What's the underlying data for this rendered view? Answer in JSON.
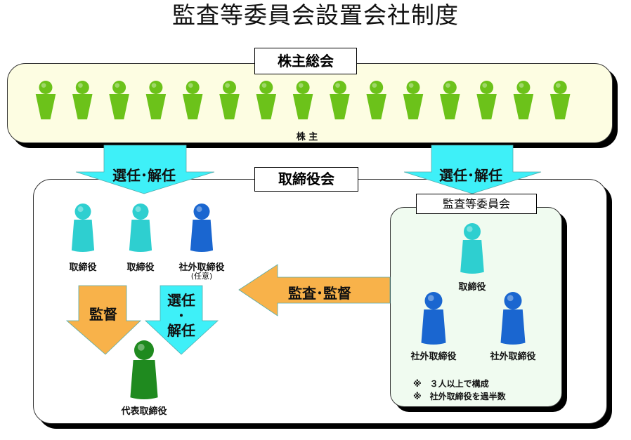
{
  "title": "監査等委員会設置会社制度",
  "shareholders_meeting": {
    "label": "株主総会",
    "caption": "株 主",
    "count": 15
  },
  "board": {
    "label": "取締役会",
    "members": [
      {
        "label": "取締役"
      },
      {
        "label": "取締役"
      },
      {
        "label": "社外取締役",
        "note": "(任意)"
      }
    ],
    "representative": "代表取締役"
  },
  "committee": {
    "label": "監査等委員会",
    "members": [
      {
        "label": "取締役"
      },
      {
        "label": "社外取締役"
      },
      {
        "label": "社外取締役"
      }
    ],
    "notes": [
      "※　３人以上で構成",
      "※　社外取締役を過半数"
    ]
  },
  "arrows": {
    "elect_left": "選任･解任",
    "elect_right": "選任･解任",
    "audit": "監査･監督",
    "supervise": "監督",
    "elect_rep_top": "選任",
    "elect_rep_dot": "･",
    "elect_rep_bottom": "解任"
  },
  "colors": {
    "shareholder": "#6cc21a",
    "director": "#2ecfd0",
    "outside": "#1a66d0",
    "rep": "#1f8a1f",
    "cyan_arrow": "#3ef0f8",
    "orange_arrow": "#f8b24a"
  }
}
